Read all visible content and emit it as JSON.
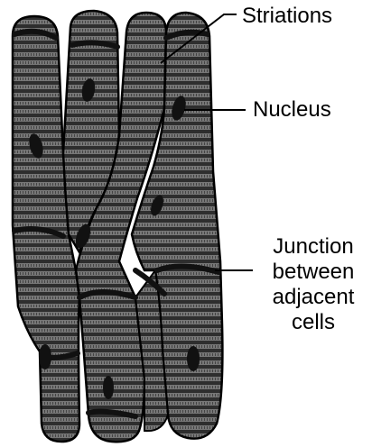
{
  "labels": {
    "striations": "Striations",
    "nucleus": "Nucleus",
    "junction_line1": "Junction",
    "junction_line2": "between",
    "junction_line3": "adjacent",
    "junction_line4": "cells"
  },
  "colors": {
    "cell_fill": "#6e6e6e",
    "striation": "#2a2a2a",
    "outline": "#000000",
    "nucleus": "#111111"
  }
}
